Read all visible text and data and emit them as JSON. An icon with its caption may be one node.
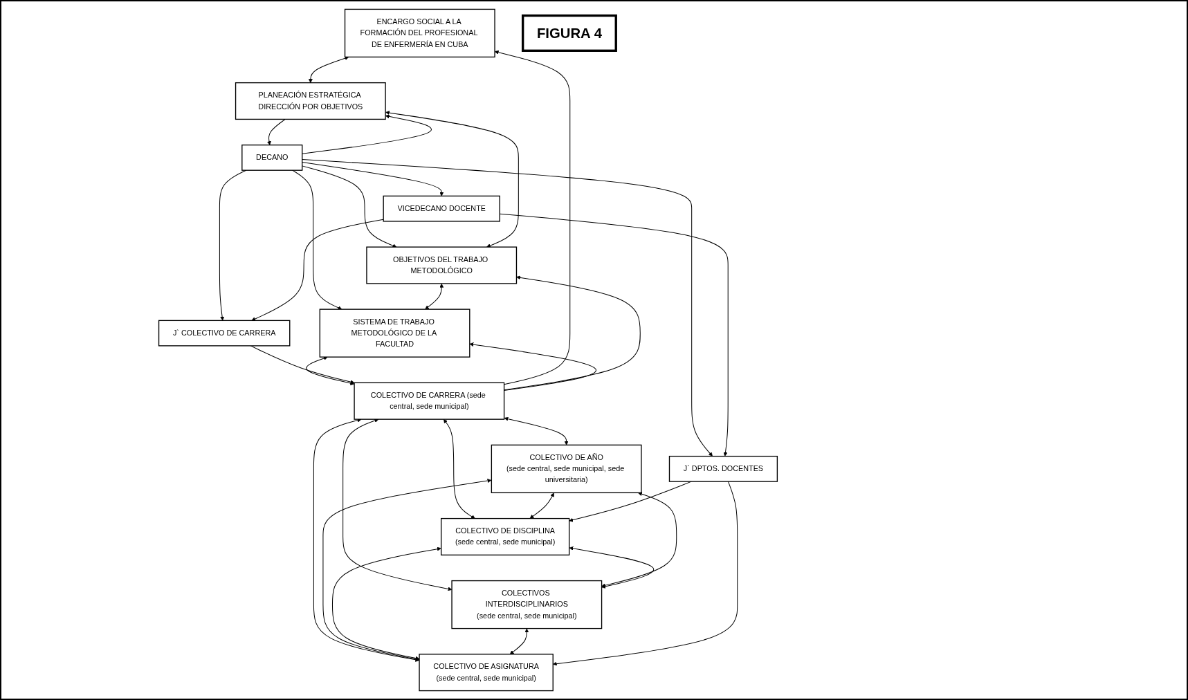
{
  "diagram": {
    "nodes": [
      {
        "text": [
          "ENCARGO SOCIAL A LA FORMACIÓN DEL PROFESIONAL DE ENFERMERÍA EN CUBA"
        ]
      },
      {
        "text": [
          "PLANEACIÓN ESTRATÉGICA DIRECCIÓN POR OBJETIVOS"
        ]
      },
      {
        "text": [
          "DECANO"
        ]
      },
      {
        "text": [
          "OBJETIVOS DEL TRABAJO METODOLÓGICO"
        ]
      },
      {
        "text": [
          "VICEDECANO DOCENTE"
        ]
      },
      {
        "text": [
          "SISTEMA DE TRABAJO METODOLÓGICO DE LA FACULTAD"
        ]
      },
      {
        "text": [
          "J` COLECTIVO DE CARRERA"
        ]
      },
      {
        "text": [
          "COLECTIVO DE CARRERA (sede central, sede municipal)"
        ]
      },
      {
        "text": [
          "J` DPTOS. DOCENTES"
        ]
      },
      {
        "text": [
          "COLECTIVO DE AÑO",
          "(sede central, sede municipal, sede universitaria)"
        ]
      },
      {
        "text": [
          "COLECTIVO DE DISCIPLINA",
          "(sede central, sede municipal)"
        ]
      },
      {
        "text": [
          "COLECTIVO DE ASIGNATURA",
          "(sede central, sede municipal)"
        ]
      },
      {
        "text": [
          "COLECTIVOS INTERDISCIPLINARIOS",
          "(sede central, sede municipal)"
        ]
      },
      {
        "text": [
          "FIGURA 4"
        ]
      }
    ],
    "edges": [
      {
        "from": 0,
        "to": 1,
        "arrow": "both"
      },
      {
        "from": 1,
        "to": 2,
        "arrow": "to"
      },
      {
        "from": 2,
        "to": 1,
        "arrow": "to"
      },
      {
        "from": 2,
        "to": 3,
        "arrow": "to"
      },
      {
        "from": 2,
        "to": 5,
        "arrow": "to"
      },
      {
        "from": 2,
        "to": 4,
        "arrow": "to"
      },
      {
        "from": 2,
        "to": 6,
        "arrow": "to"
      },
      {
        "from": 4,
        "to": 6,
        "arrow": "to"
      },
      {
        "from": 2,
        "to": 8,
        "arrow": "to"
      },
      {
        "from": 4,
        "to": 8,
        "arrow": "to"
      },
      {
        "from": 1,
        "to": 3,
        "arrow": "both"
      },
      {
        "from": 3,
        "to": 5,
        "arrow": "both"
      },
      {
        "from": 5,
        "to": 7,
        "arrow": "both"
      },
      {
        "from": 7,
        "to": 0,
        "arrow": "to"
      },
      {
        "from": 7,
        "to": 3,
        "arrow": "to"
      },
      {
        "from": 7,
        "to": 5,
        "arrow": "to"
      },
      {
        "from": 6,
        "to": 7,
        "arrow": "to"
      },
      {
        "from": 7,
        "to": 9,
        "arrow": "both"
      },
      {
        "from": 7,
        "to": 12,
        "arrow": "both"
      },
      {
        "from": 7,
        "to": 11,
        "arrow": "both"
      },
      {
        "from": 7,
        "to": 10,
        "arrow": "both"
      },
      {
        "from": 9,
        "to": 10,
        "arrow": "both"
      },
      {
        "from": 9,
        "to": 11,
        "arrow": "both"
      },
      {
        "from": 9,
        "to": 12,
        "arrow": "both"
      },
      {
        "from": 10,
        "to": 11,
        "arrow": "both"
      },
      {
        "from": 10,
        "to": 12,
        "arrow": "both"
      },
      {
        "from": 12,
        "to": 11,
        "arrow": "both"
      },
      {
        "from": 8,
        "to": 10,
        "arrow": "to"
      },
      {
        "from": 8,
        "to": 11,
        "arrow": "to"
      }
    ]
  }
}
